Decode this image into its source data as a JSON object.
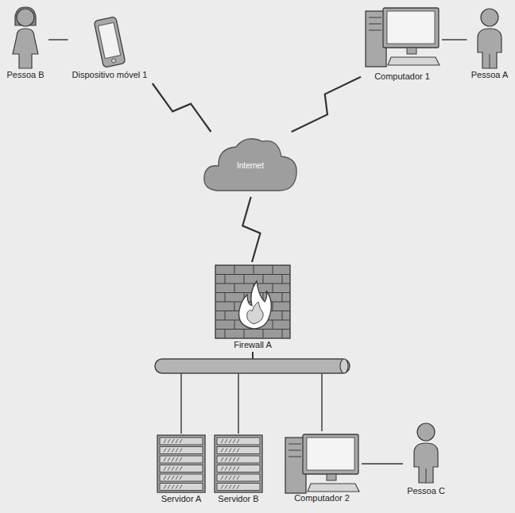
{
  "diagram": {
    "nodes": [
      {
        "text": [
          "Pessoa B"
        ]
      },
      {
        "text": [
          "Dispositivo móvel 1"
        ]
      },
      {
        "text": [
          "Computador 1"
        ]
      },
      {
        "text": [
          "Pessoa A"
        ]
      },
      {
        "text": [
          "Internet"
        ]
      },
      {
        "text": [
          "Firewall A"
        ]
      },
      {
        "text": [
          "Servidor A"
        ]
      },
      {
        "text": [
          "Servidor B"
        ]
      },
      {
        "text": [
          "Computador 2"
        ]
      },
      {
        "text": [
          "Pessoa C"
        ]
      }
    ],
    "edges": [
      {
        "from": 0,
        "to": 1,
        "arrow": "none"
      },
      {
        "from": 1,
        "to": 4,
        "arrow": "none"
      },
      {
        "from": 2,
        "to": 4,
        "arrow": "none"
      },
      {
        "from": 2,
        "to": 3,
        "arrow": "none"
      },
      {
        "from": 4,
        "to": 5,
        "arrow": "none"
      },
      {
        "from": 5,
        "to": 6,
        "arrow": "none"
      },
      {
        "from": 5,
        "to": 7,
        "arrow": "none"
      },
      {
        "from": 5,
        "to": 8,
        "arrow": "none"
      },
      {
        "from": 8,
        "to": 9,
        "arrow": "none"
      }
    ]
  }
}
